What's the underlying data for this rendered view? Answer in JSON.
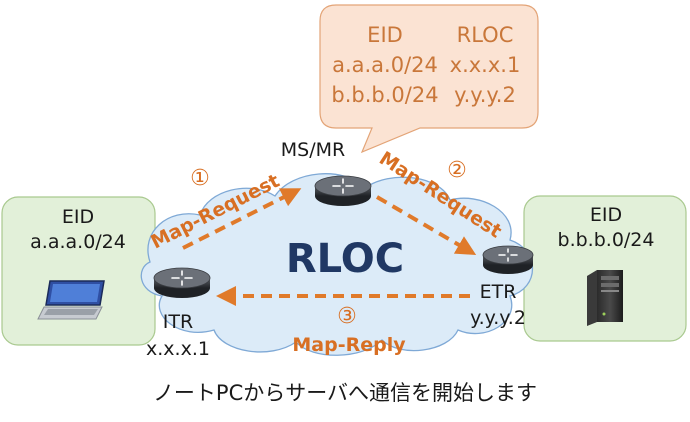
{
  "bubble": {
    "header_eid": "EID",
    "header_rloc": "RLOC",
    "rows": [
      {
        "eid": "a.a.a.0/24",
        "rloc": "x.x.x.1"
      },
      {
        "eid": "b.b.b.0/24",
        "rloc": "y.y.y.2"
      }
    ]
  },
  "left_site": {
    "label": "EID",
    "prefix": "a.a.a.0/24",
    "device": "laptop-icon"
  },
  "right_site": {
    "label": "EID",
    "prefix": "b.b.b.0/24",
    "device": "server-icon"
  },
  "cloud": {
    "label": "RLOC"
  },
  "routers": {
    "msmr": {
      "name": "MS/MR"
    },
    "itr": {
      "name": "ITR",
      "address": "x.x.x.1"
    },
    "etr": {
      "name": "ETR",
      "address": "y.y.y.2"
    }
  },
  "steps": [
    {
      "number": "①",
      "label": "Map-Request"
    },
    {
      "number": "②",
      "label": "Map-Request"
    },
    {
      "number": "③",
      "label": "Map-Reply"
    }
  ],
  "caption": "ノートPCからサーバへ通信を開始します",
  "colors": {
    "arrow": "#e07a2a",
    "bubble_fill": "#fbe3d3",
    "site_fill": "#e2f0d9",
    "cloud_fill": "#dcebf8",
    "cloud_text": "#203864"
  }
}
